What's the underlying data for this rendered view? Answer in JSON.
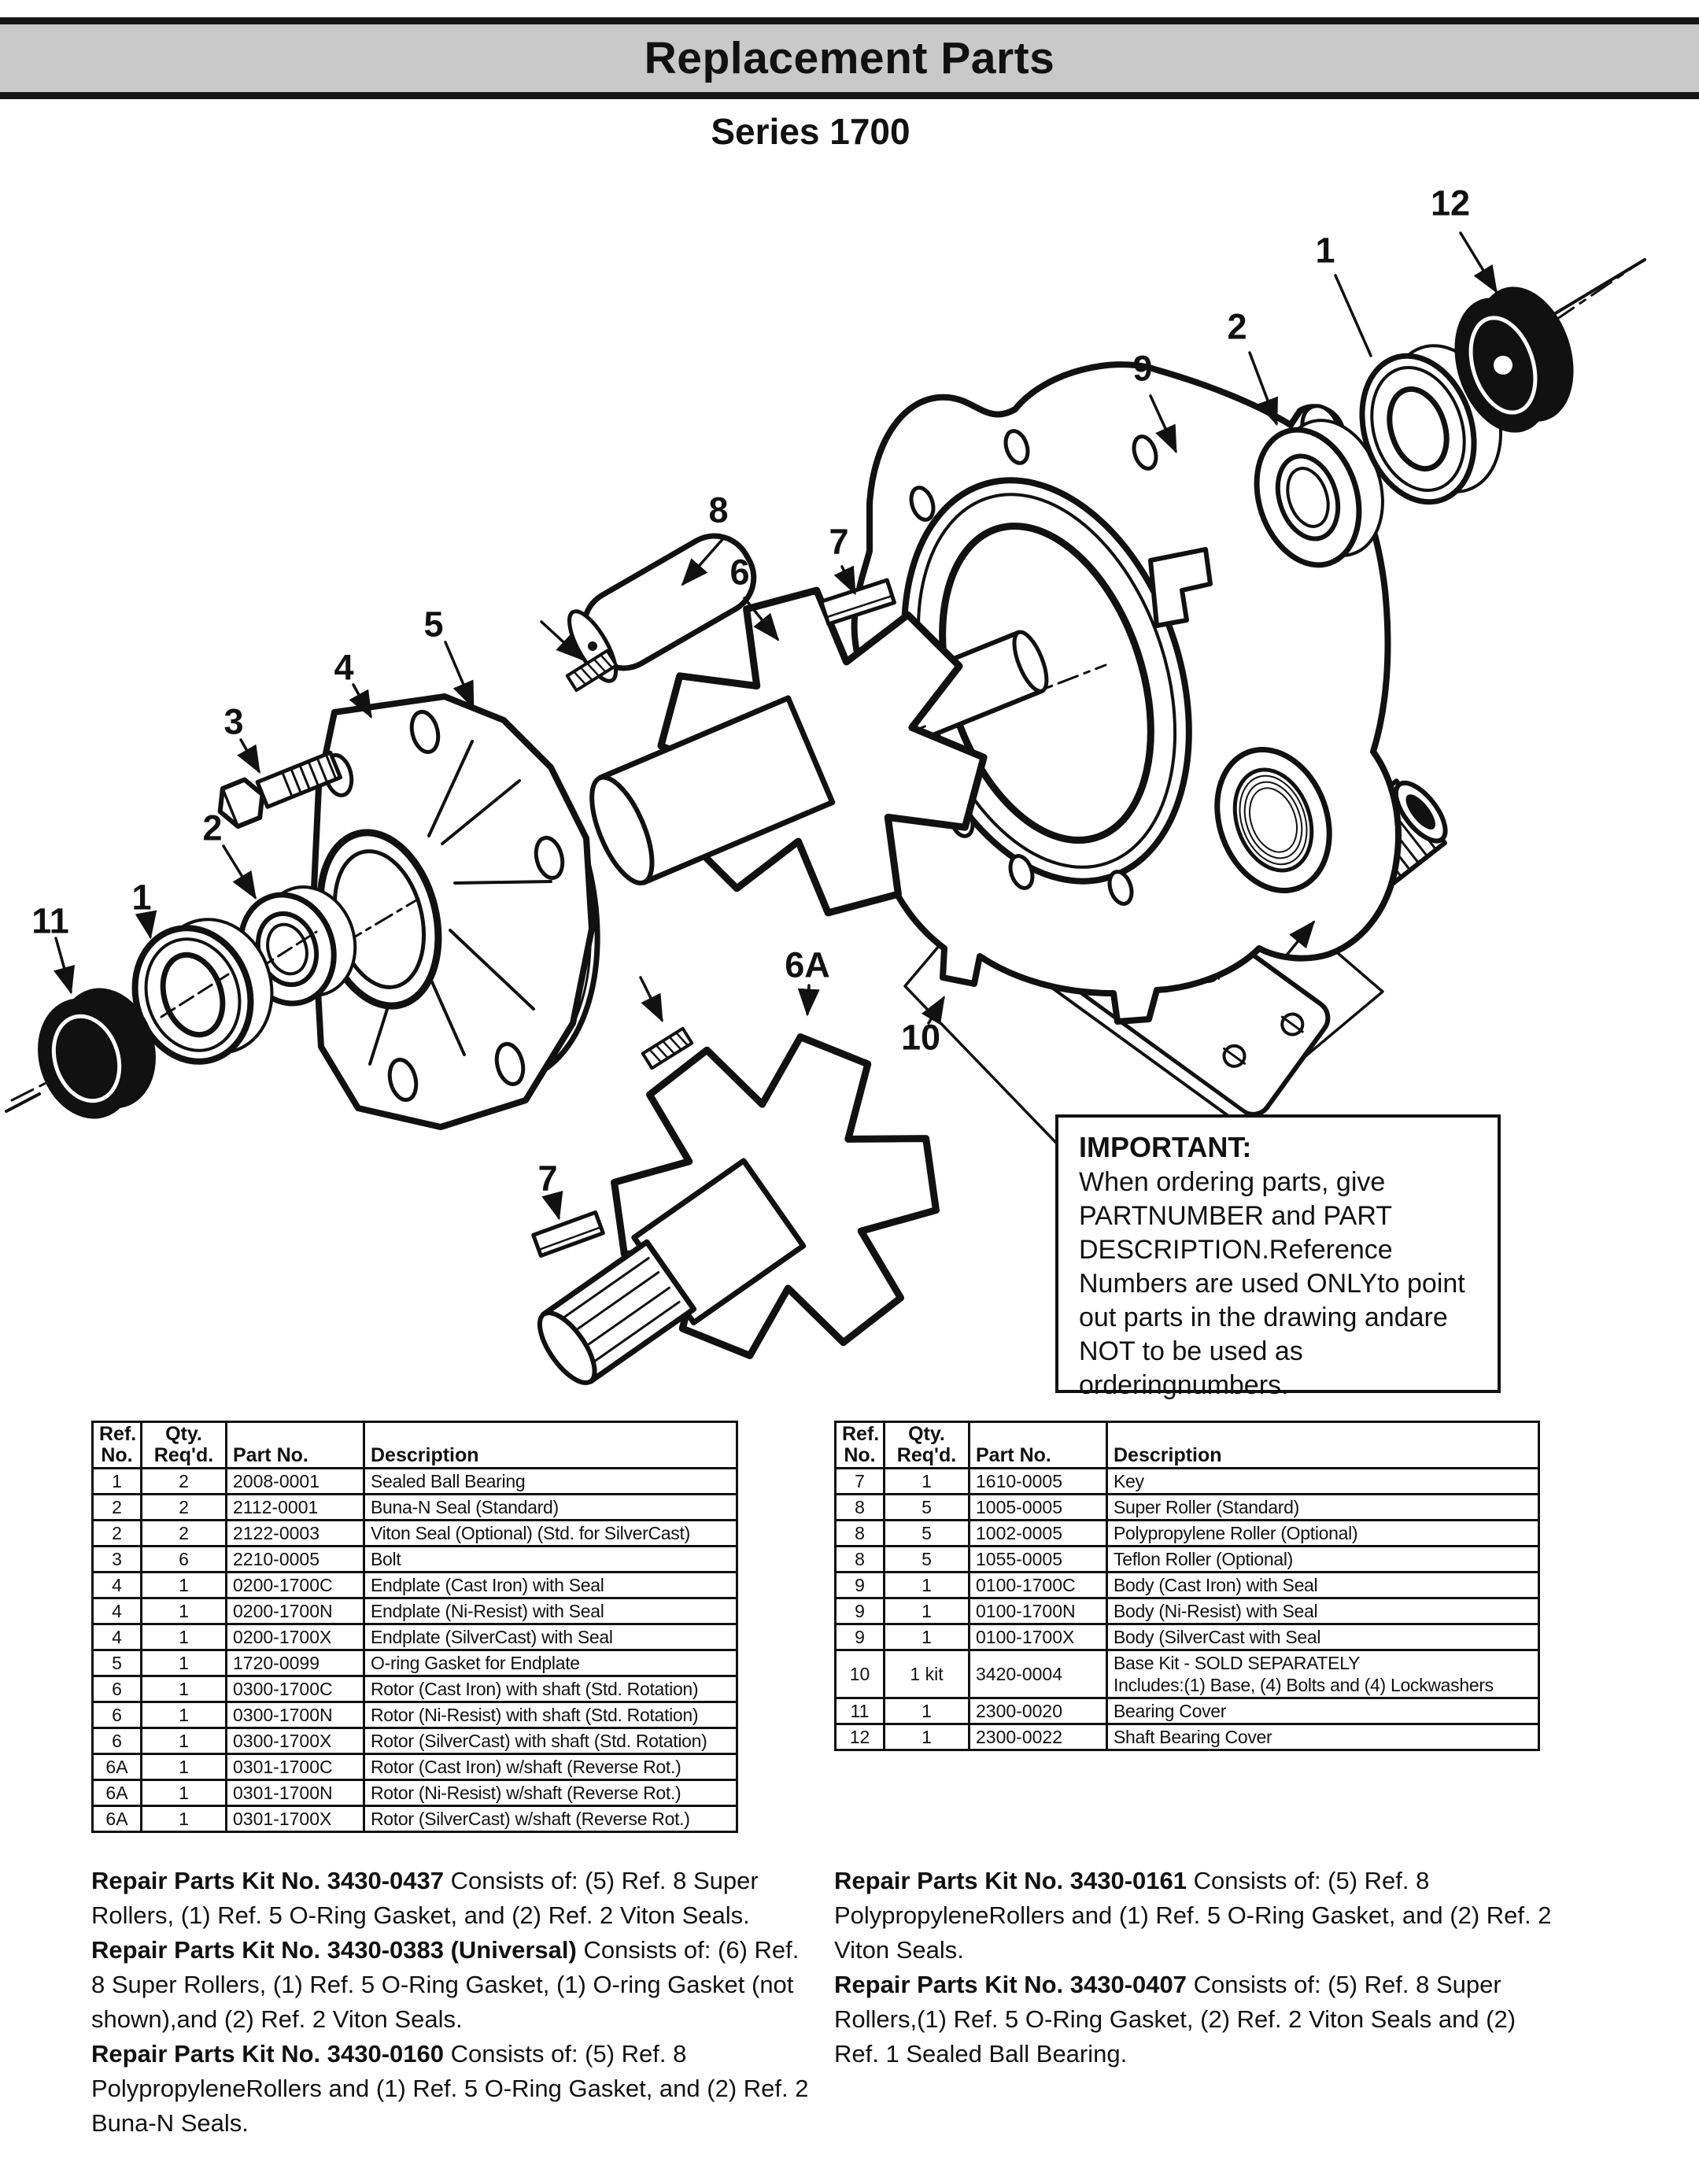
{
  "banner": {
    "title": "Replacement Parts"
  },
  "subtitle": "Series 1700",
  "diagram": {
    "callouts": [
      {
        "id": "12",
        "label": "12"
      },
      {
        "id": "1r",
        "label": "1"
      },
      {
        "id": "2r",
        "label": "2"
      },
      {
        "id": "9",
        "label": "9"
      },
      {
        "id": "8",
        "label": "8"
      },
      {
        "id": "6",
        "label": "6"
      },
      {
        "id": "7t",
        "label": "7"
      },
      {
        "id": "5",
        "label": "5"
      },
      {
        "id": "4",
        "label": "4"
      },
      {
        "id": "3",
        "label": "3"
      },
      {
        "id": "2l",
        "label": "2"
      },
      {
        "id": "1l",
        "label": "1"
      },
      {
        "id": "11",
        "label": "11"
      },
      {
        "id": "6A",
        "label": "6A"
      },
      {
        "id": "10",
        "label": "10"
      },
      {
        "id": "7b",
        "label": "7"
      }
    ]
  },
  "important": {
    "title": "IMPORTANT:",
    "body": "When ordering parts, give PARTNUMBER and PART DESCRIPTION.Reference Numbers are used ONLYto point out parts in the drawing andare NOT to be used as orderingnumbers."
  },
  "tables": {
    "headers": [
      "Ref.\nNo.",
      "Qty.\nReq'd.",
      "Part No.",
      "Description"
    ],
    "left_rows": [
      [
        "1",
        "2",
        "2008-0001",
        "Sealed Ball Bearing"
      ],
      [
        "2",
        "2",
        "2112-0001",
        "Buna-N Seal (Standard)"
      ],
      [
        "2",
        "2",
        "2122-0003",
        "Viton Seal (Optional) (Std. for SilverCast)"
      ],
      [
        "3",
        "6",
        "2210-0005",
        "Bolt"
      ],
      [
        "4",
        "1",
        "0200-1700C",
        "Endplate (Cast Iron) with Seal"
      ],
      [
        "4",
        "1",
        "0200-1700N",
        "Endplate (Ni-Resist) with Seal"
      ],
      [
        "4",
        "1",
        "0200-1700X",
        "Endplate (SilverCast) with Seal"
      ],
      [
        "5",
        "1",
        "1720-0099",
        "O-ring Gasket for Endplate"
      ],
      [
        "6",
        "1",
        "0300-1700C",
        "Rotor (Cast Iron) with shaft (Std. Rotation)"
      ],
      [
        "6",
        "1",
        "0300-1700N",
        "Rotor (Ni-Resist) with shaft (Std. Rotation)"
      ],
      [
        "6",
        "1",
        "0300-1700X",
        "Rotor (SilverCast) with shaft (Std. Rotation)"
      ],
      [
        "6A",
        "1",
        "0301-1700C",
        "Rotor (Cast Iron) w/shaft (Reverse Rot.)"
      ],
      [
        "6A",
        "1",
        "0301-1700N",
        "Rotor (Ni-Resist) w/shaft (Reverse Rot.)"
      ],
      [
        "6A",
        "1",
        "0301-1700X",
        "Rotor (SilverCast) w/shaft (Reverse Rot.)"
      ]
    ],
    "right_rows": [
      [
        "7",
        "1",
        "1610-0005",
        "Key"
      ],
      [
        "8",
        "5",
        "1005-0005",
        "Super Roller (Standard)"
      ],
      [
        "8",
        "5",
        "1002-0005",
        "Polypropylene Roller (Optional)"
      ],
      [
        "8",
        "5",
        "1055-0005",
        "Teflon Roller (Optional)"
      ],
      [
        "9",
        "1",
        "0100-1700C",
        "Body (Cast Iron) with Seal"
      ],
      [
        "9",
        "1",
        "0100-1700N",
        "Body (Ni-Resist) with Seal"
      ],
      [
        "9",
        "1",
        "0100-1700X",
        "Body (SilverCast with Seal"
      ],
      [
        "10",
        "1 kit",
        "3420-0004",
        "Base Kit - SOLD SEPARATELY\nIncludes:(1) Base, (4) Bolts and (4) Lockwashers"
      ],
      [
        "11",
        "1",
        "2300-0020",
        "Bearing Cover"
      ],
      [
        "12",
        "1",
        "2300-0022",
        "Shaft Bearing Cover"
      ]
    ]
  },
  "kits": {
    "left": [
      {
        "lead": "Repair Parts Kit No. 3430-0437",
        "rest": " Consists of: (5) Ref. 8 Super Rollers, (1) Ref. 5 O-Ring Gasket, and (2) Ref. 2 Viton Seals."
      },
      {
        "lead": "Repair Parts Kit No. 3430-0383 (Universal)",
        "rest": " Consists of: (6) Ref. 8 Super Rollers, (1) Ref. 5 O-Ring Gasket, (1) O-ring Gasket (not shown),and (2) Ref. 2 Viton Seals."
      },
      {
        "lead": "Repair Parts Kit No. 3430-0160",
        "rest": " Consists of: (5) Ref. 8 PolypropyleneRollers and (1) Ref. 5 O-Ring Gasket, and (2) Ref. 2 Buna-N Seals."
      }
    ],
    "right": [
      {
        "lead": "Repair Parts Kit No. 3430-0161",
        "rest": " Consists of: (5) Ref. 8 PolypropyleneRollers and (1) Ref. 5 O-Ring Gasket, and (2) Ref. 2 Viton Seals."
      },
      {
        "lead": "Repair Parts Kit No. 3430-0407",
        "rest": " Consists of: (5) Ref. 8 Super Rollers,(1) Ref. 5 O-Ring Gasket, (2) Ref. 2 Viton Seals and (2) Ref. 1 Sealed Ball Bearing."
      }
    ]
  },
  "colors": {
    "ink": "#111111",
    "banner_gray": "#c9c9c9",
    "paper": "#ffffff"
  }
}
